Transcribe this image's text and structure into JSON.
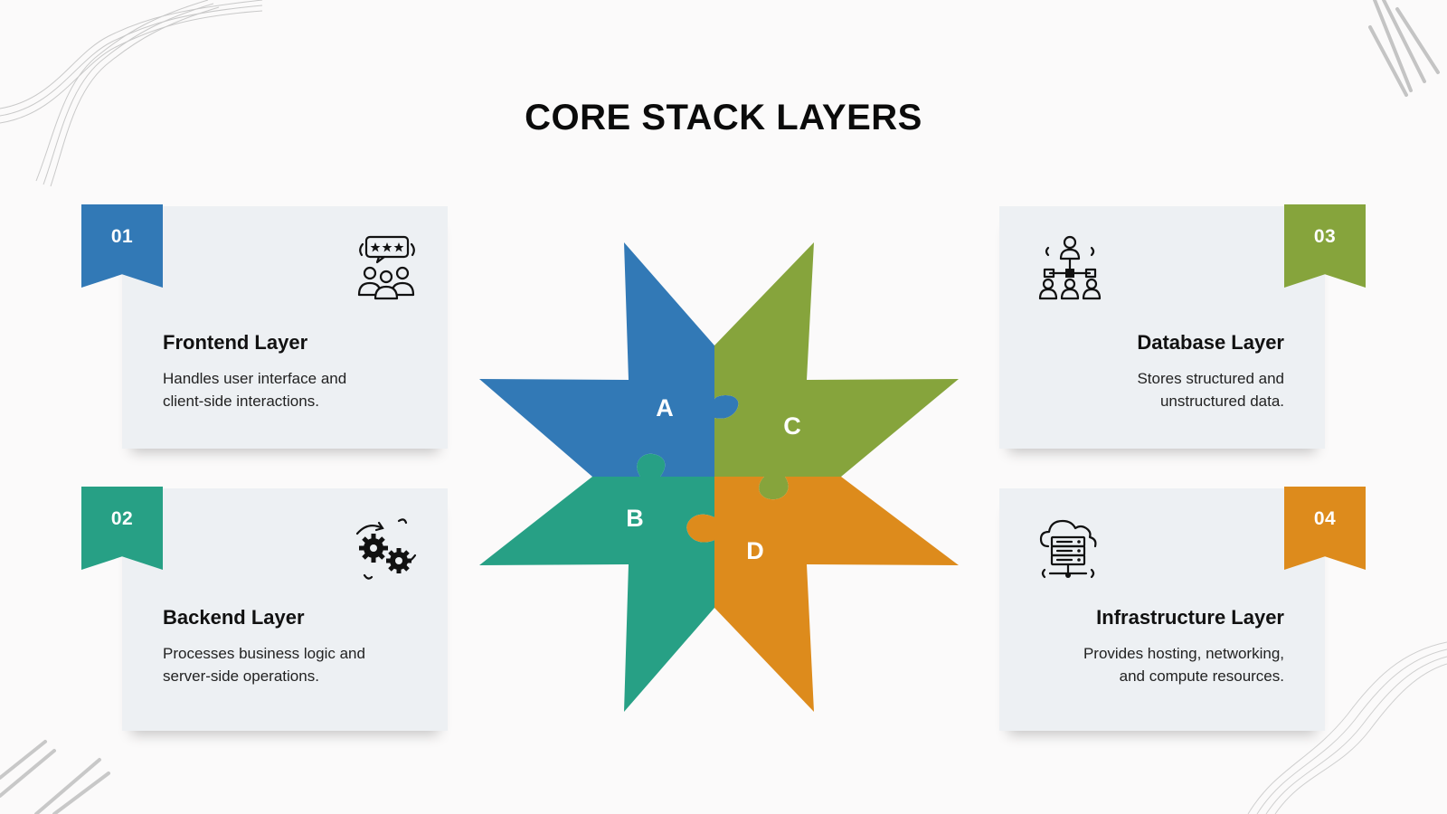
{
  "title": "CORE STACK LAYERS",
  "colors": {
    "blue": "#3279b6",
    "teal": "#27a085",
    "green": "#86a43c",
    "orange": "#dd8b1c"
  },
  "cards": [
    {
      "number": "01",
      "title": "Frontend Layer",
      "description": "Handles user interface and client-side interactions.",
      "icon": "user-feedback-icon",
      "color": "#3279b6"
    },
    {
      "number": "02",
      "title": "Backend Layer",
      "description": "Processes business logic and server-side operations.",
      "icon": "gears-icon",
      "color": "#27a085"
    },
    {
      "number": "03",
      "title": "Database Layer",
      "description": "Stores structured and unstructured data.",
      "icon": "org-network-icon",
      "color": "#86a43c"
    },
    {
      "number": "04",
      "title": "Infrastructure Layer",
      "description": "Provides hosting, networking, and compute resources.",
      "icon": "cloud-server-icon",
      "color": "#dd8b1c"
    }
  ],
  "puzzle": {
    "labels": [
      "A",
      "B",
      "C",
      "D"
    ]
  }
}
